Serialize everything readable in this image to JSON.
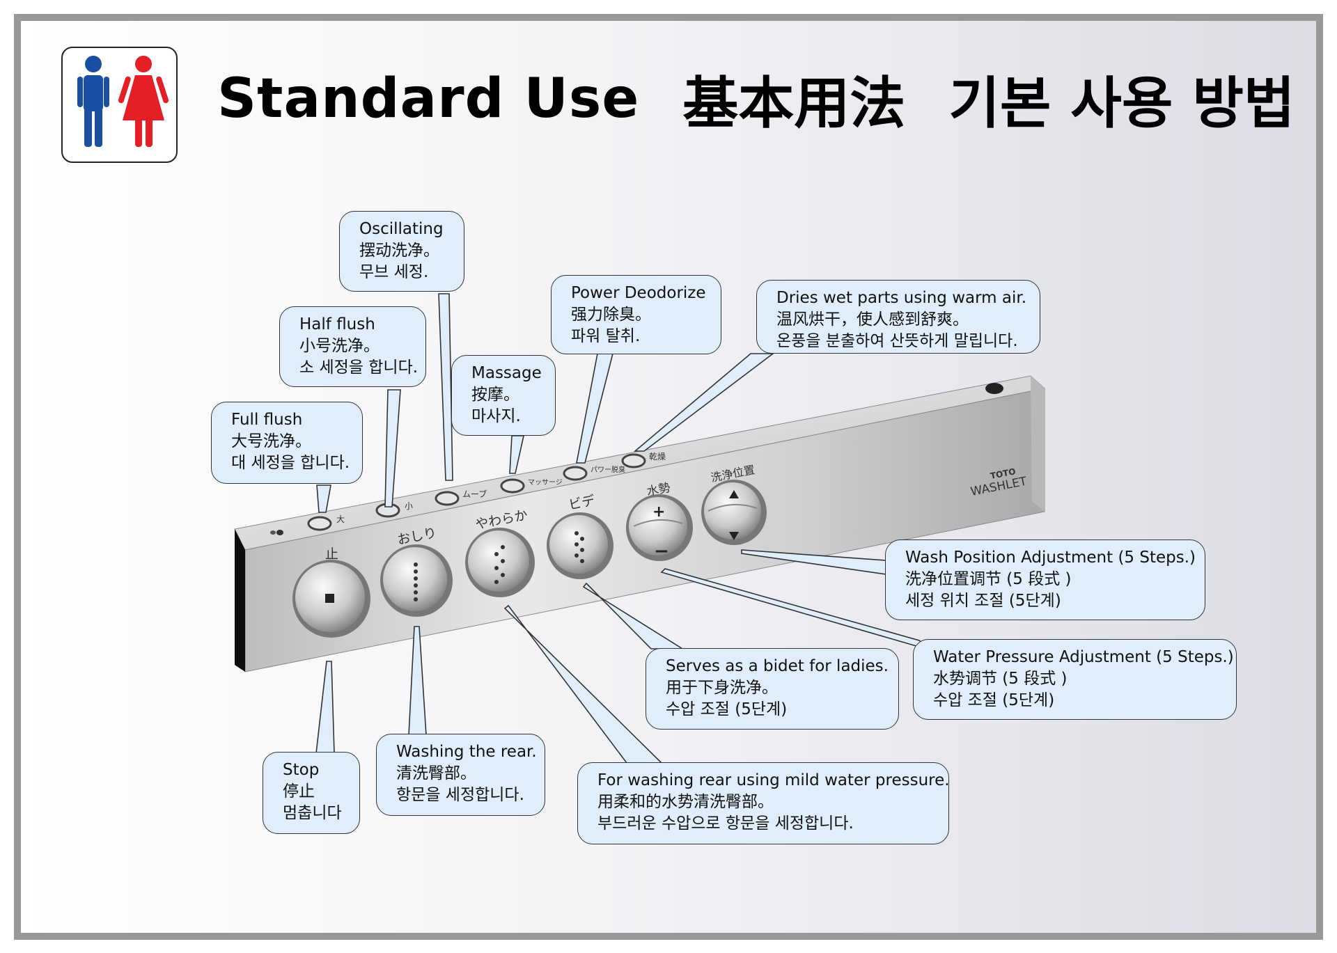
{
  "title": {
    "en": "Standard Use",
    "zh": "基本用法",
    "ko": "기본 사용 방법"
  },
  "icons": {
    "restroom": "restroom-man-woman-icon",
    "man_color": "#1a4fa3",
    "woman_color": "#e41f26"
  },
  "panel": {
    "brand_small": "TOTO",
    "brand": "WASHLET",
    "indicator_labels": [
      "大",
      "小",
      "ムーブ",
      "マッサージ",
      "パワー脱臭",
      "乾燥"
    ],
    "button_labels": [
      "止",
      "おしり",
      "やわらか",
      "ビデ",
      "水勢",
      "洗浄位置"
    ]
  },
  "callouts": {
    "oscillating": [
      "Oscillating",
      "摆动洗净。",
      "무브 세정."
    ],
    "half_flush": [
      "Half flush",
      "小号洗净。",
      "소 세정을 합니다."
    ],
    "full_flush": [
      "Full flush",
      "大号洗净。",
      "대 세정을 합니다."
    ],
    "massage": [
      "Massage",
      "按摩。",
      "마사지."
    ],
    "power_deodorize": [
      "Power Deodorize",
      "强力除臭。",
      "파워 탈취."
    ],
    "dries": [
      "Dries wet parts using warm air.",
      "温风烘干，使人感到舒爽。",
      "온풍을 분출하여 산뜻하게 말립니다."
    ],
    "wash_position": [
      "Wash Position Adjustment (5 Steps.)",
      "洗净位置调节 (5 段式 )",
      "세정 위치 조절 (5단계)"
    ],
    "water_pressure": [
      "Water Pressure Adjustment (5 Steps.)",
      "水势调节 (5 段式 )",
      "수압 조절 (5단계)"
    ],
    "bidet": [
      "Serves as a bidet for ladies.",
      "用于下身洗净。",
      "수압 조절 (5단계)"
    ],
    "mild": [
      "For washing rear using mild water pressure.",
      "用柔和的水势清洗臀部。",
      "부드러운 수압으로 항문을 세정합니다."
    ],
    "washing_rear": [
      "Washing the rear.",
      "清洗臀部。",
      "항문을 세정합니다."
    ],
    "stop": [
      "Stop",
      "停止",
      "멈춥니다"
    ]
  }
}
